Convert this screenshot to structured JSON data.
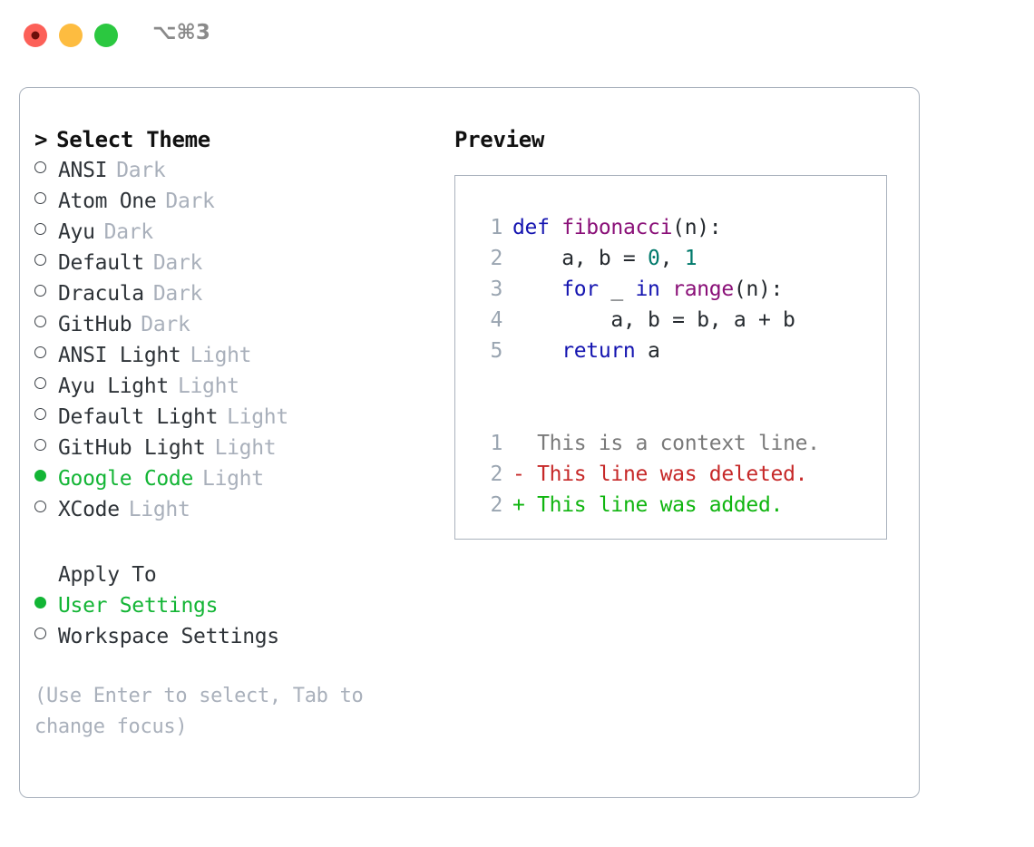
{
  "window": {
    "shortcut": "⌥⌘3",
    "traffic_lights": [
      {
        "name": "close",
        "color": "#fc6058"
      },
      {
        "name": "minimize",
        "color": "#fdbc40"
      },
      {
        "name": "maximize",
        "color": "#2bc840"
      }
    ]
  },
  "theme_picker": {
    "header": "Select Theme",
    "caret": ">",
    "options": [
      {
        "name": "ANSI",
        "tag": "Dark",
        "selected": false
      },
      {
        "name": "Atom One",
        "tag": "Dark",
        "selected": false
      },
      {
        "name": "Ayu",
        "tag": "Dark",
        "selected": false
      },
      {
        "name": "Default",
        "tag": "Dark",
        "selected": false
      },
      {
        "name": "Dracula",
        "tag": "Dark",
        "selected": false
      },
      {
        "name": "GitHub",
        "tag": "Dark",
        "selected": false
      },
      {
        "name": "ANSI Light",
        "tag": "Light",
        "selected": false
      },
      {
        "name": "Ayu Light",
        "tag": "Light",
        "selected": false
      },
      {
        "name": "Default Light",
        "tag": "Light",
        "selected": false
      },
      {
        "name": "GitHub Light",
        "tag": "Light",
        "selected": false
      },
      {
        "name": "Google Code",
        "tag": "Light",
        "selected": true
      },
      {
        "name": "XCode",
        "tag": "Light",
        "selected": false
      }
    ]
  },
  "apply_to": {
    "header": "Apply To",
    "options": [
      {
        "name": "User Settings",
        "selected": true
      },
      {
        "name": "Workspace Settings",
        "selected": false
      }
    ]
  },
  "hint": "(Use Enter to select, Tab to change focus)",
  "preview": {
    "title": "Preview",
    "code_lines": [
      {
        "lineno": "1",
        "tokens": [
          {
            "text": "def ",
            "type": "kw"
          },
          {
            "text": "fibonacci",
            "type": "fn"
          },
          {
            "text": "(n):",
            "type": "pl"
          }
        ]
      },
      {
        "lineno": "2",
        "tokens": [
          {
            "text": "    a, b = ",
            "type": "pl"
          },
          {
            "text": "0",
            "type": "num"
          },
          {
            "text": ", ",
            "type": "pl"
          },
          {
            "text": "1",
            "type": "num"
          }
        ]
      },
      {
        "lineno": "3",
        "tokens": [
          {
            "text": "    for",
            "type": "kw"
          },
          {
            "text": " _ ",
            "type": "pl"
          },
          {
            "text": "in ",
            "type": "kw"
          },
          {
            "text": "range",
            "type": "fn"
          },
          {
            "text": "(n):",
            "type": "pl"
          }
        ]
      },
      {
        "lineno": "4",
        "tokens": [
          {
            "text": "        a, b = b, a + b",
            "type": "pl"
          }
        ]
      },
      {
        "lineno": "5",
        "tokens": [
          {
            "text": "    return",
            "type": "kw"
          },
          {
            "text": " a",
            "type": "pl"
          }
        ]
      }
    ],
    "diff_lines": [
      {
        "lineno": "1",
        "marker": " ",
        "text": "This is a context line.",
        "kind": "context"
      },
      {
        "lineno": "2",
        "marker": "-",
        "text": "This line was deleted.",
        "kind": "deleted"
      },
      {
        "lineno": "2",
        "marker": "+",
        "text": "This line was added.",
        "kind": "added"
      }
    ]
  },
  "colors": {
    "accent_green": "#13b535",
    "muted": "#a9b0bb",
    "border": "#aab2bd",
    "keyword": "#1414b0",
    "function": "#8a1078",
    "number": "#00796b",
    "diff_added": "#10b510",
    "diff_deleted": "#c62828",
    "diff_context": "#7a7a7a"
  }
}
